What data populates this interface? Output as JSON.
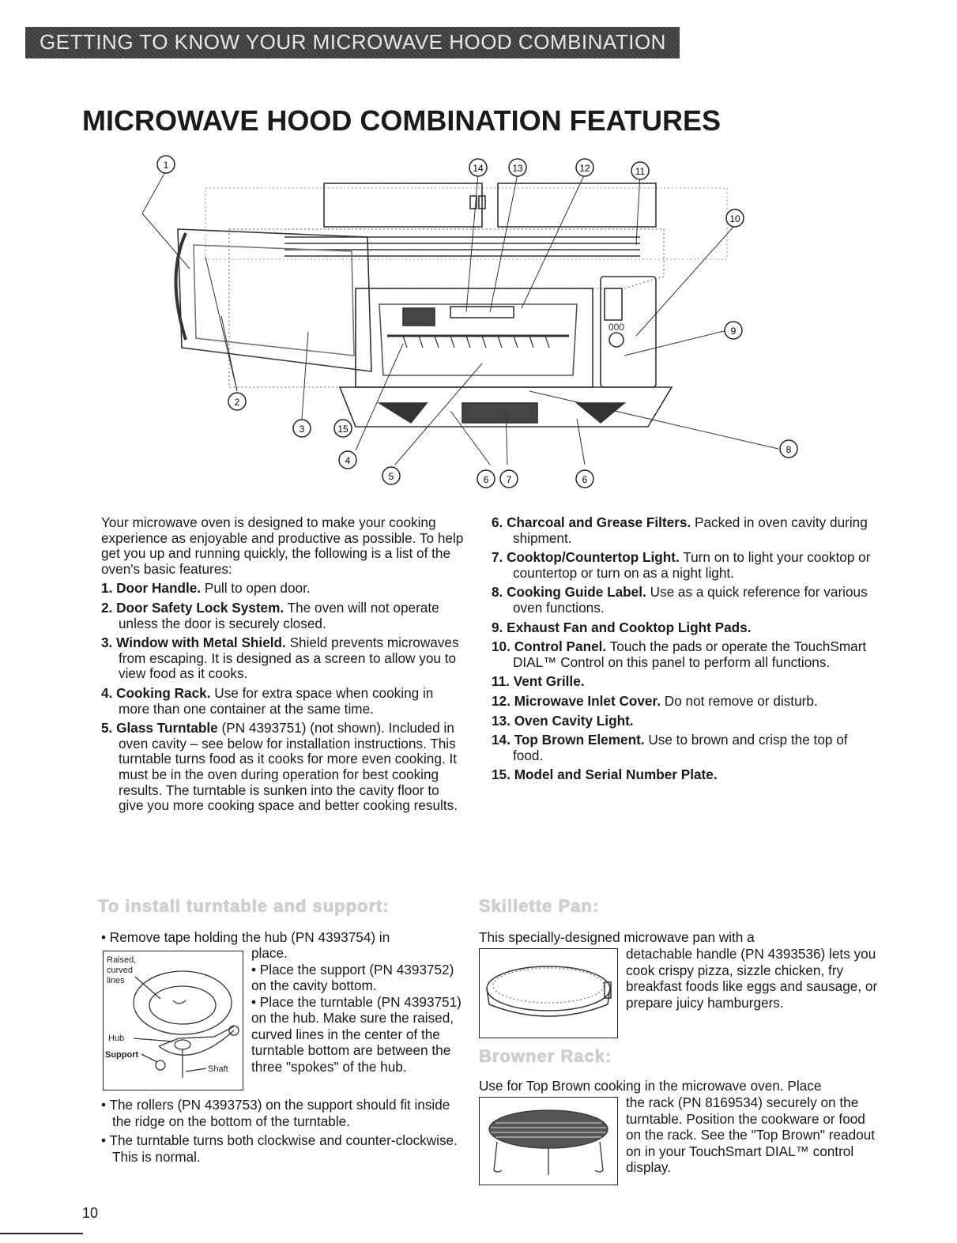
{
  "banner": "GETTING TO KNOW YOUR MICROWAVE HOOD COMBINATION",
  "title": "MICROWAVE HOOD COMBINATION FEATURES",
  "callouts": [
    "1",
    "14",
    "13",
    "12",
    "11",
    "10",
    "9",
    "2",
    "3",
    "15",
    "4",
    "5",
    "6",
    "7",
    "6",
    "8"
  ],
  "intro": "Your microwave oven is designed to make your cooking experience as enjoyable and productive as possible. To help get you up and running quickly, the following is a list of the oven's basic features:",
  "features_left": [
    {
      "num": "1.",
      "name": "Door Handle.",
      "desc": " Pull to open door."
    },
    {
      "num": "2.",
      "name": "Door Safety Lock System.",
      "desc": " The oven will not operate unless the door is securely closed."
    },
    {
      "num": "3.",
      "name": "Window with Metal Shield.",
      "desc": " Shield prevents microwaves from escaping. It is designed as a screen to allow you to view food as it cooks."
    },
    {
      "num": "4.",
      "name": "Cooking Rack.",
      "desc": " Use for extra space when cooking in more than one container at the same time."
    },
    {
      "num": "5.",
      "name": "Glass Turntable",
      "desc": " (PN 4393751) (not shown). Included in oven cavity – see below for installation instructions. This turntable turns food as it cooks for more even cooking. It must be in the oven during operation for best cooking results. The turntable is sunken into the cavity floor to give you more cooking space and better cooking results."
    }
  ],
  "features_right": [
    {
      "num": "6.",
      "name": "Charcoal and Grease Filters.",
      "desc": " Packed in oven cavity during shipment."
    },
    {
      "num": "7.",
      "name": "Cooktop/Countertop Light.",
      "desc": " Turn on to light your cooktop or countertop or turn on as a night light."
    },
    {
      "num": "8.",
      "name": "Cooking Guide Label.",
      "desc": " Use as a quick reference for various oven functions."
    },
    {
      "num": "9.",
      "name": "Exhaust Fan and Cooktop Light Pads.",
      "desc": ""
    },
    {
      "num": "10.",
      "name": "Control Panel.",
      "desc": " Touch the pads or operate the TouchSmart DIAL™ Control on this panel to perform all functions."
    },
    {
      "num": "11.",
      "name": "Vent Grille.",
      "desc": ""
    },
    {
      "num": "12.",
      "name": "Microwave Inlet Cover.",
      "desc": " Do not remove or disturb."
    },
    {
      "num": "13.",
      "name": "Oven Cavity Light.",
      "desc": ""
    },
    {
      "num": "14.",
      "name": "Top Brown Element.",
      "desc": " Use to brown and crisp the top of food."
    },
    {
      "num": "15.",
      "name": "Model and Serial Number Plate.",
      "desc": ""
    }
  ],
  "install": {
    "heading": "To install turntable and support:",
    "b1_head": "• Remove tape holding the hub (PN 4393754) in",
    "b1_tail": "place.",
    "b2": "• Place the support (PN 4393752) on the cavity bottom.",
    "b3": "• Place the turntable (PN 4393751) on the hub. Make sure the raised, curved lines in the center of the turntable bottom are between the three \"spokes\" of the hub.",
    "b4": "• The rollers (PN 4393753) on the support should fit inside the ridge on the bottom of the turntable.",
    "b5": "• The turntable turns both clockwise and counter-clockwise. This is normal.",
    "fig_labels": {
      "raised": "Raised,",
      "curved": "curved",
      "lines": "lines",
      "hub": "Hub",
      "support": "Support",
      "shaft": "Shaft"
    }
  },
  "skillette": {
    "heading": "Skillette Pan:",
    "lead": "This specially-designed microwave pan with a",
    "body": "detachable handle (PN 4393536) lets you cook crispy pizza, sizzle chicken, fry breakfast foods like eggs and sausage, or prepare juicy hamburgers."
  },
  "browner": {
    "heading": "Browner Rack:",
    "lead": "Use for Top Brown cooking in the microwave oven. Place",
    "body": "the rack (PN 8169534) securely on the turntable. Position the cookware or food on the rack. See the \"Top Brown\" readout on in your TouchSmart DIAL™ control display."
  },
  "page_number": "10"
}
